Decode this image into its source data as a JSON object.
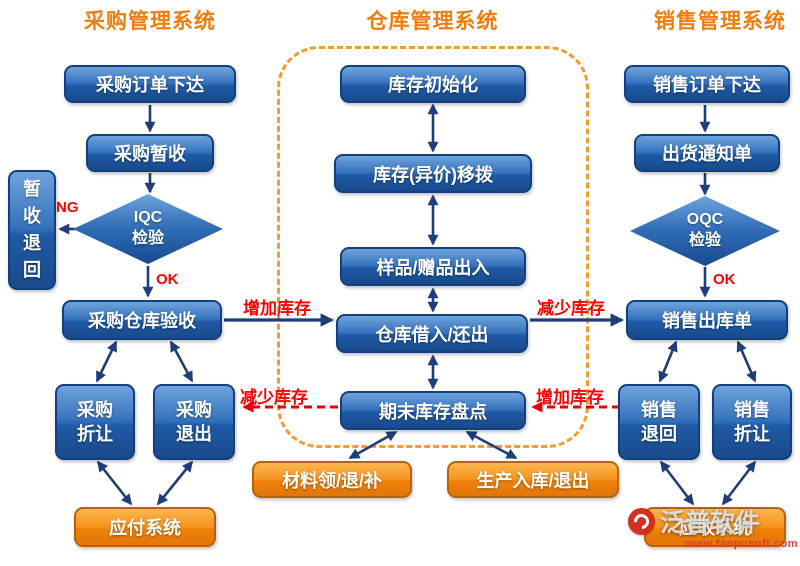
{
  "headers": {
    "purchase": "采购管理系统",
    "warehouse": "仓库管理系统",
    "sales": "销售管理系统"
  },
  "purchase": {
    "order_release": "采购订单下达",
    "temp_receipt": "采购暂收",
    "iqc": "IQC\n检验",
    "ng": "NG",
    "ok": "OK",
    "temp_receipt_return": "暂收退回",
    "warehouse_accept": "采购仓库验收",
    "discount": "采购折让",
    "return": "采购退出",
    "payable": "应付系统"
  },
  "warehouse": {
    "init": "库存初始化",
    "transfer": "库存(异价)移拨",
    "sample": "样品/赠品出入",
    "borrow": "仓库借入/还出",
    "stocktake": "期末库存盘点",
    "material": "材料领/退/补",
    "production": "生产入库/退出"
  },
  "sales": {
    "order_release": "销售订单下达",
    "ship_notice": "出货通知单",
    "oqc": "OQC\n检验",
    "ok": "OK",
    "outbound": "销售出库单",
    "return": "销售退回",
    "discount": "销售折让",
    "receivable": "应收系统"
  },
  "flow_labels": {
    "increase_left": "增加库存",
    "decrease_right": "减少库存",
    "decrease_left": "减少库存",
    "increase_right": "增加库存"
  },
  "watermark": {
    "brand": "泛普软件",
    "url": "www.fanpusoft.com"
  },
  "colors": {
    "box_blue": "#2e6db8",
    "box_orange": "#f7941e",
    "arrow_navy": "#1f3d7a",
    "accent_red": "#ff0000",
    "header_orange": "#ee7d0e",
    "dashed_border": "#f59c2e"
  }
}
